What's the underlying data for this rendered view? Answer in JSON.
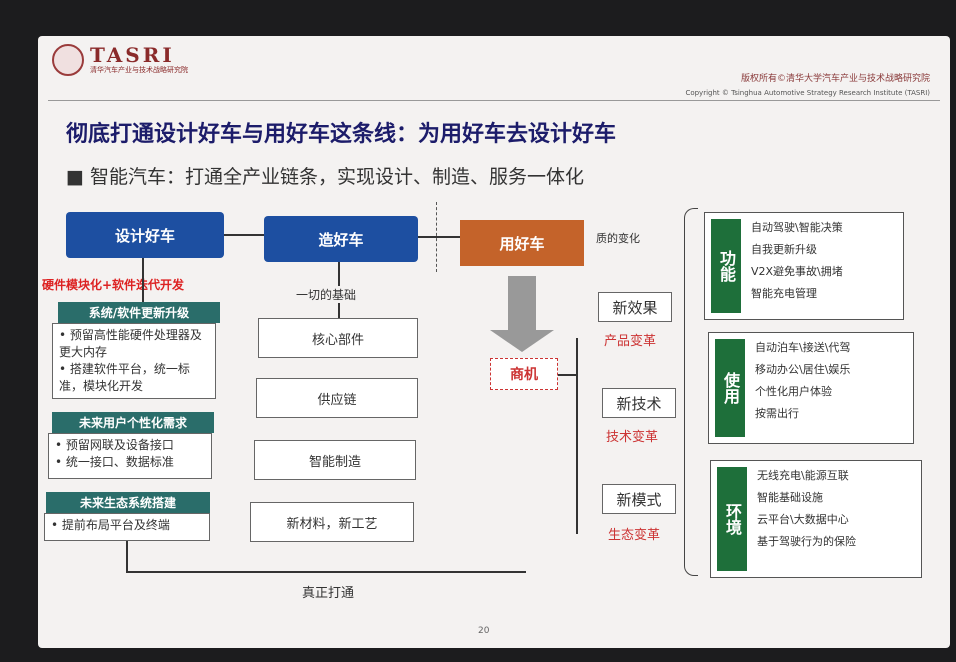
{
  "header": {
    "logo": "TASRI",
    "logo_sub": "清华汽车产业与技术战略研究院",
    "copyright_cn": "版权所有©清华大学汽车产业与技术战略研究院",
    "copyright_en": "Copyright © Tsinghua Automotive Strategy Research Institute (TASRI)"
  },
  "title": "彻底打通设计好车与用好车这条线：为用好车去设计好车",
  "subtitle": "智能汽车：打通全产业链条，实现设计、制造、服务一体化",
  "design": {
    "label": "设计好车",
    "method": "硬件模块化+软件迭代开发",
    "groups": [
      {
        "head": "系统/软件更新升级",
        "items": [
          "预留高性能硬件处理器及更大内存",
          "搭建软件平台，统一标准，模块化开发"
        ]
      },
      {
        "head": "未来用户个性化需求",
        "items": [
          "预留网联及设备接口",
          "统一接口、数据标准"
        ]
      },
      {
        "head": "未来生态系统搭建",
        "items": [
          "提前布局平台及终端"
        ]
      }
    ]
  },
  "make": {
    "label": "造好车",
    "basis": "一切的基础",
    "items": [
      "核心部件",
      "供应链",
      "智能制造",
      "新材料，新工艺"
    ]
  },
  "bottom_label": "真正打通",
  "use": {
    "label": "用好车",
    "change": "质的变化",
    "opportunity": "商机",
    "drivers": [
      {
        "name": "新效果",
        "change": "产品变革"
      },
      {
        "name": "新技术",
        "change": "技术变革"
      },
      {
        "name": "新模式",
        "change": "生态变革"
      }
    ]
  },
  "panels": [
    {
      "tag": "功能",
      "items": [
        "自动驾驶\\智能决策",
        "自我更新升级",
        "V2X避免事故\\拥堵",
        "智能充电管理"
      ]
    },
    {
      "tag": "使用",
      "items": [
        "自动泊车\\接送\\代驾",
        "移动办公\\居住\\娱乐",
        "个性化用户体验",
        "按需出行"
      ]
    },
    {
      "tag": "环境",
      "items": [
        "无线充电\\能源互联",
        "智能基础设施",
        "云平台\\大数据中心",
        "基于驾驶行为的保险"
      ]
    }
  ],
  "page_number": "20"
}
